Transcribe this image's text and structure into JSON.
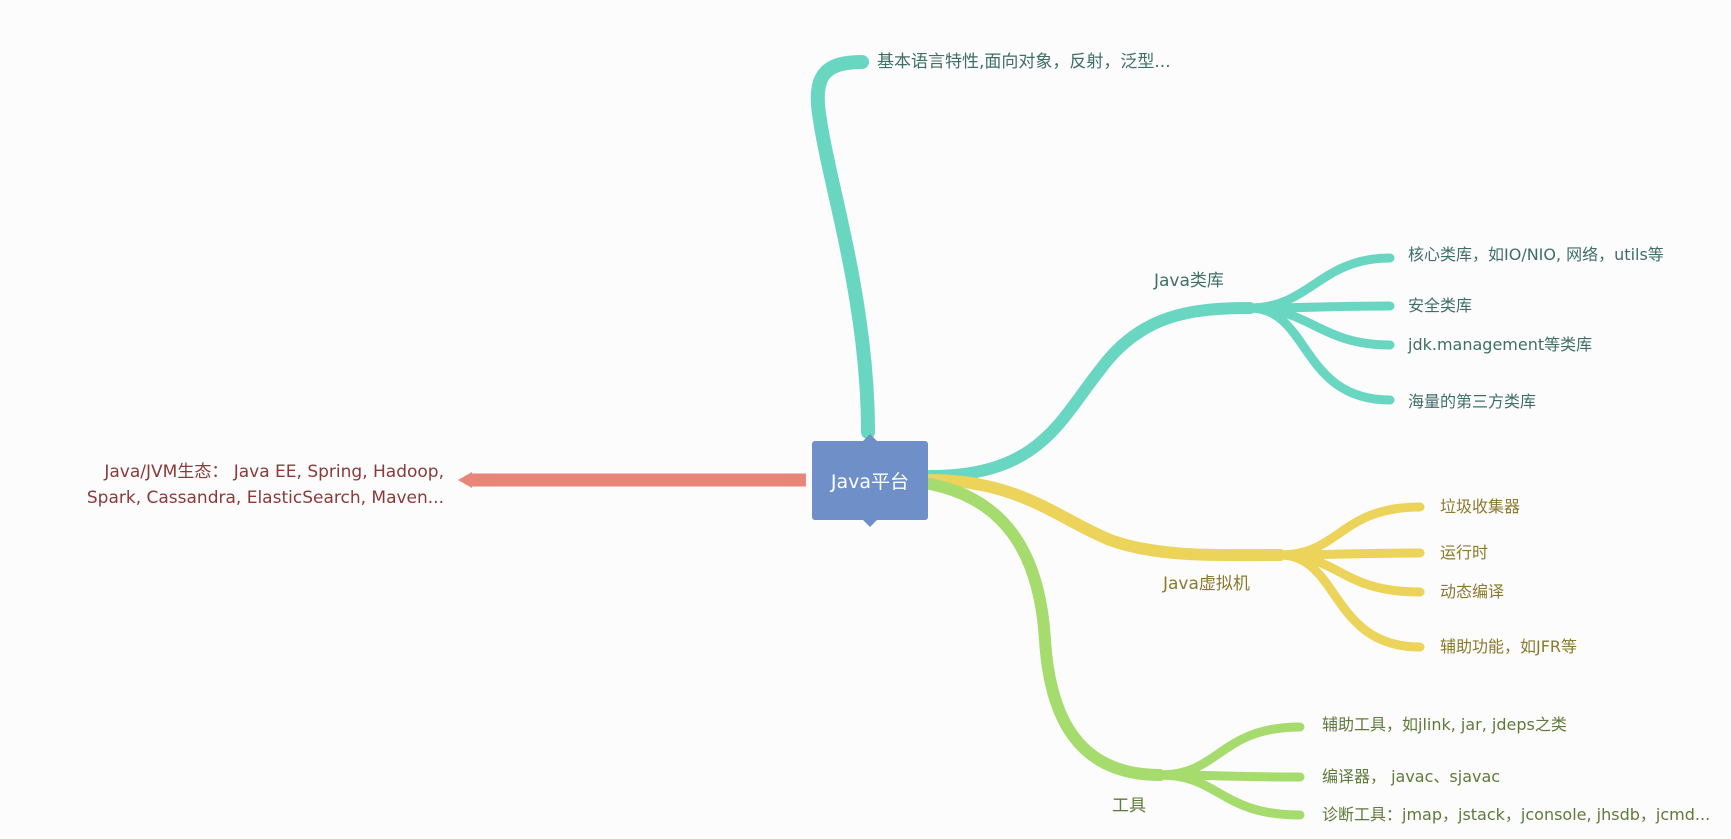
{
  "colors": {
    "teal": "#69d6c2",
    "yellow": "#ecd35a",
    "green": "#a6db6e",
    "red": "#e8867a",
    "center_fill": "#6f8fc8"
  },
  "center": {
    "label": "Java平台"
  },
  "branches": {
    "language": {
      "label": "基本语言特性,面向对象，反射，泛型..."
    },
    "ecosystem": {
      "line1": "Java/JVM生态： Java EE, Spring, Hadoop,",
      "line2": "Spark, Cassandra, ElasticSearch, Maven..."
    },
    "library": {
      "label": "Java类库",
      "children": [
        "核心类库，如IO/NIO, 网络，utils等",
        "安全类库",
        "jdk.management等类库",
        "海量的第三方类库"
      ]
    },
    "jvm": {
      "label": "Java虚拟机",
      "children": [
        "垃圾收集器",
        "运行时",
        "动态编译",
        "辅助功能，如JFR等"
      ]
    },
    "tools": {
      "label": "工具",
      "children": [
        "辅助工具，如jlink, jar, jdeps之类",
        "编译器， javac、sjavac",
        "诊断工具：jmap，jstack，jconsole, jhsdb，jcmd..."
      ]
    }
  }
}
